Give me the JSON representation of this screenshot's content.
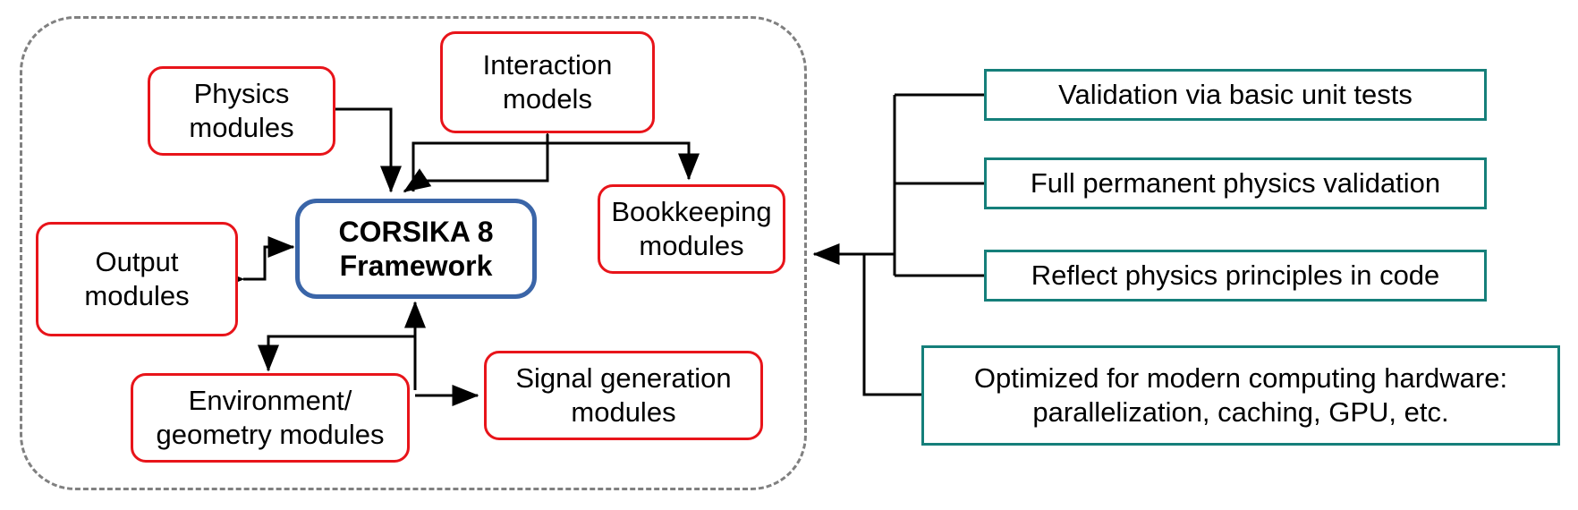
{
  "core": "CORSIKA 8\nFramework",
  "modules": {
    "physics": "Physics\nmodules",
    "interaction": "Interaction\nmodels",
    "bookkeeping": "Bookkeeping\nmodules",
    "output": "Output\nmodules",
    "environment": "Environment/\ngeometry modules",
    "signal": "Signal generation\nmodules"
  },
  "principles": {
    "validation_unit": "Validation via basic unit tests",
    "validation_full": "Full permanent physics validation",
    "reflect": "Reflect physics principles in code",
    "optimized": "Optimized for modern computing hardware:\nparallelization, caching, GPU, etc."
  },
  "colors": {
    "module_border": "#e8141a",
    "core_border": "#3a65a8",
    "principle_border": "#157f7a",
    "frame": "#808080"
  }
}
